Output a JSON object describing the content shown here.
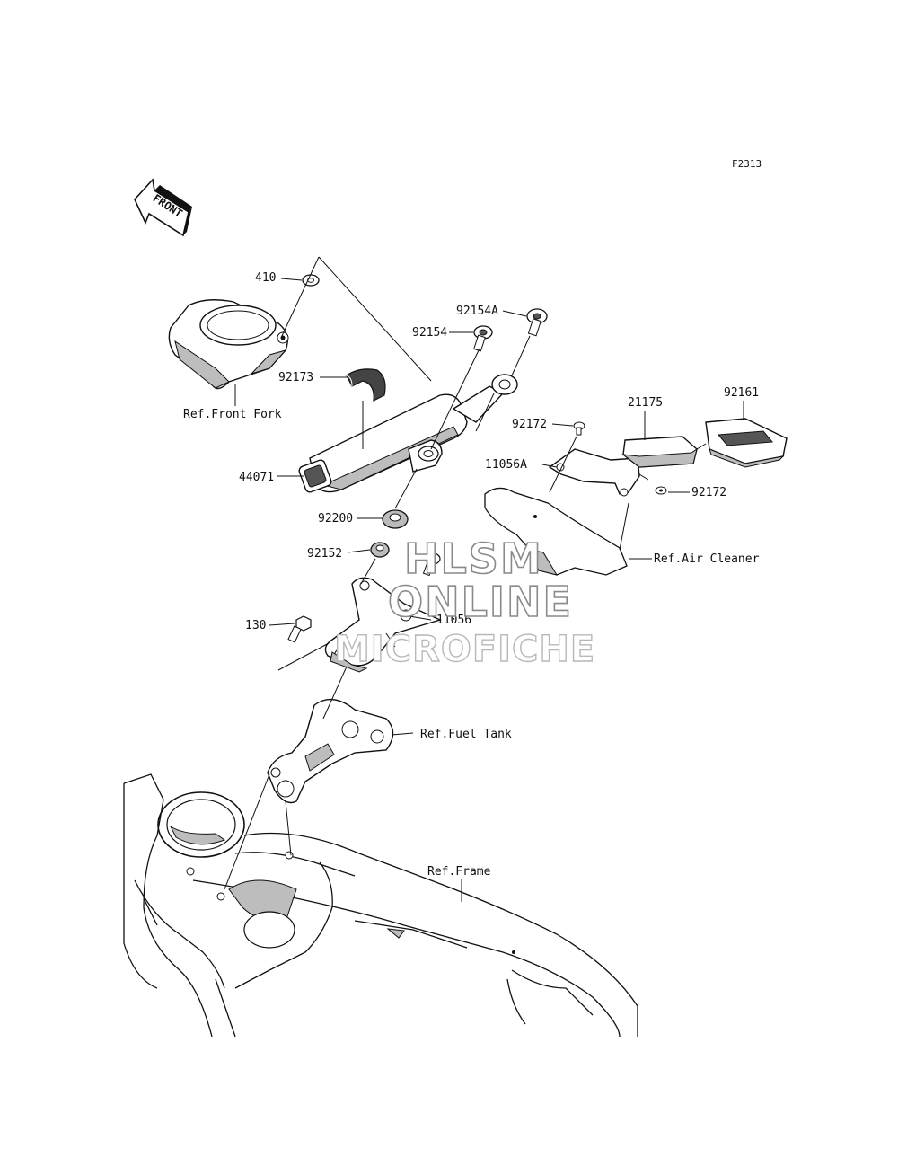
{
  "diagram_code": "F2313",
  "front_arrow_label": "FRONT",
  "callouts": [
    {
      "id": "p410",
      "text": "410"
    },
    {
      "id": "p92154A",
      "text": "92154A"
    },
    {
      "id": "p92154",
      "text": "92154"
    },
    {
      "id": "p92173",
      "text": "92173"
    },
    {
      "id": "pRefFrontFork",
      "text": "Ref.Front Fork"
    },
    {
      "id": "p21175",
      "text": "21175"
    },
    {
      "id": "p92161",
      "text": "92161"
    },
    {
      "id": "p92172a",
      "text": "92172"
    },
    {
      "id": "p11056A",
      "text": "11056A"
    },
    {
      "id": "p92172b",
      "text": "92172"
    },
    {
      "id": "p44071",
      "text": "44071"
    },
    {
      "id": "p92200",
      "text": "92200"
    },
    {
      "id": "pRefAirCleaner",
      "text": "Ref.Air Cleaner"
    },
    {
      "id": "p92152",
      "text": "92152"
    },
    {
      "id": "p11056",
      "text": "11056"
    },
    {
      "id": "p130",
      "text": "130"
    },
    {
      "id": "pRefFuelTank",
      "text": "Ref.Fuel Tank"
    },
    {
      "id": "pRefFrame",
      "text": "Ref.Frame"
    }
  ],
  "watermark": {
    "line1": "HLSM",
    "line2": "ONLINE",
    "line3": "MICROFICHE"
  }
}
